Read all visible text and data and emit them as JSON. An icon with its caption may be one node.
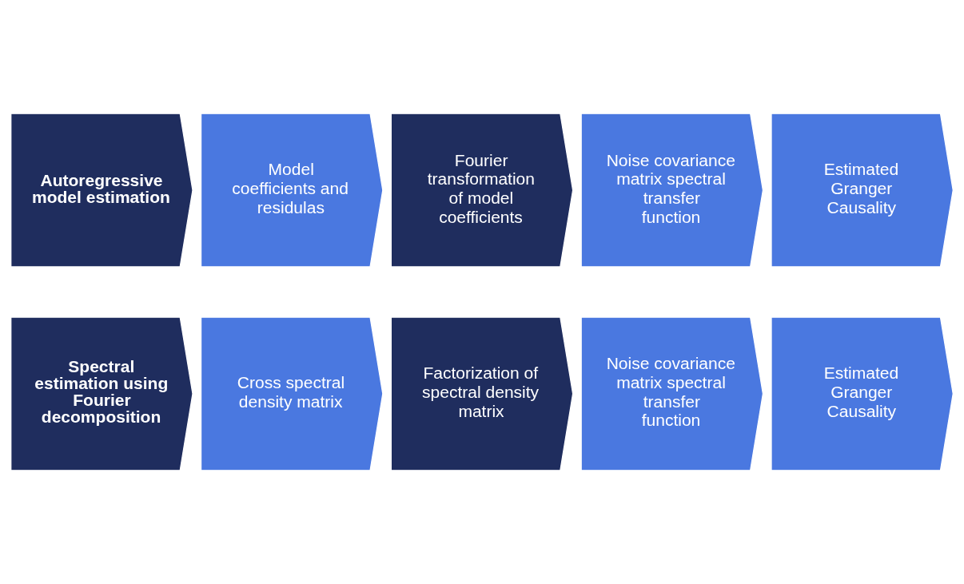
{
  "diagram": {
    "nodes": [
      {
        "text": [
          "Autoregressive model estimation"
        ]
      },
      {
        "text": [
          "Model coefficients and residulas"
        ]
      },
      {
        "text": [
          "Fourier transformation of model coefficients"
        ]
      },
      {
        "text": [
          "Noise covariance matrix spectral transfer function"
        ]
      },
      {
        "text": [
          "Estimated Granger Causality"
        ]
      },
      {
        "text": [
          "Spectral estimation using Fourier decomposition"
        ]
      },
      {
        "text": [
          "Cross spectral density matrix"
        ]
      },
      {
        "text": [
          "Factorization of spectral density matrix"
        ]
      },
      {
        "text": [
          "Noise covariance matrix spectral transfer function"
        ]
      },
      {
        "text": [
          "Estimated Granger Causality"
        ]
      }
    ]
  }
}
